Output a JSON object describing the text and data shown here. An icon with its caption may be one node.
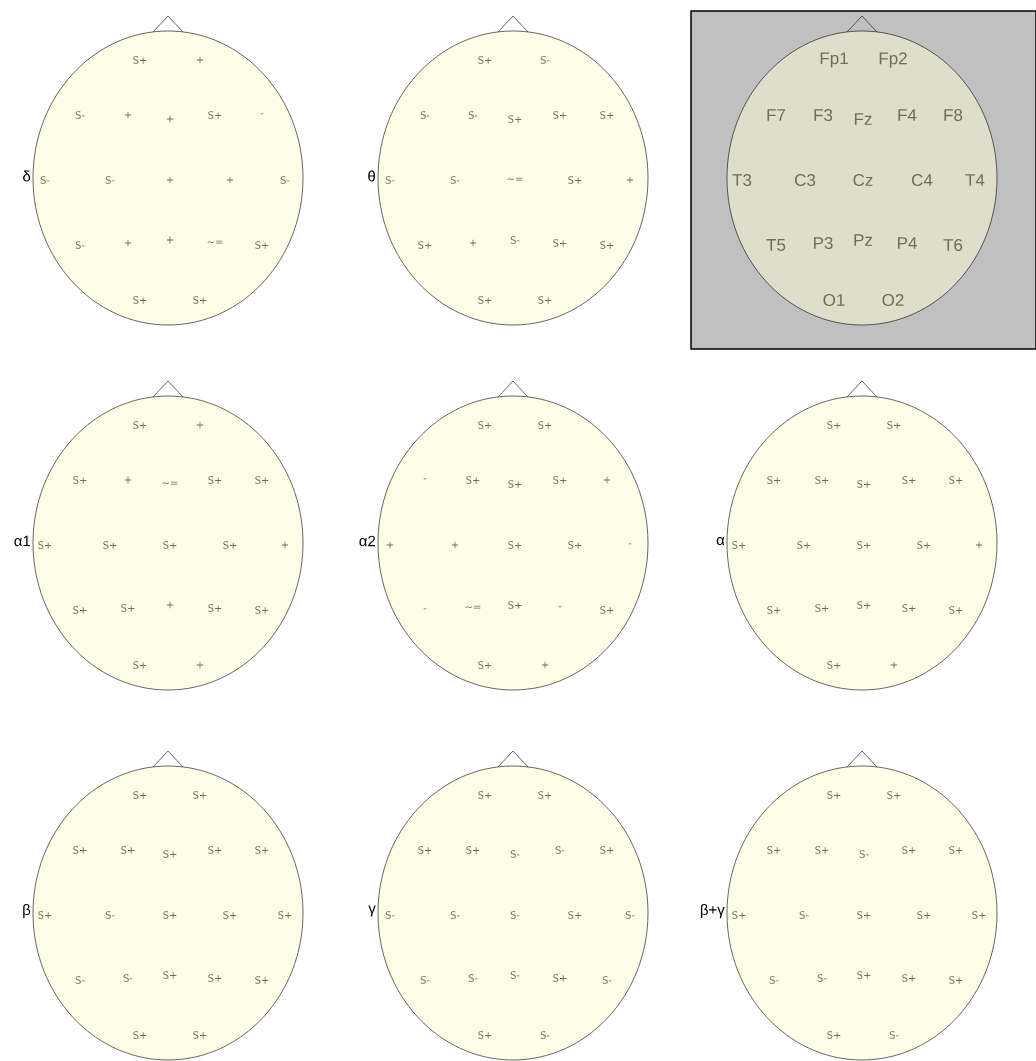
{
  "diagram": {
    "nodes": [
      {
        "text": [
          "S+",
          "+",
          "S-",
          "+",
          "+",
          "S+",
          "-",
          "S-",
          "S-",
          "+",
          "+",
          "S-",
          "S-",
          "+",
          "+",
          "~=",
          "S+",
          "S+",
          "S+"
        ],
        "beside": [
          "δ"
        ]
      },
      {
        "text": [
          "S+",
          "S-",
          "S-",
          "S-",
          "S+",
          "S+",
          "S+",
          "S-",
          "S-",
          "~=",
          "S+",
          "+",
          "S+",
          "+",
          "S-",
          "S+",
          "S+",
          "S+",
          "S+"
        ],
        "beside": [
          "θ"
        ]
      },
      {
        "text": [
          "Fp1",
          "Fp2",
          "F7",
          "F3",
          "Fz",
          "F4",
          "F8",
          "T3",
          "C3",
          "Cz",
          "C4",
          "T4",
          "T5",
          "P3",
          "Pz",
          "P4",
          "T6",
          "O1",
          "O2"
        ]
      },
      {
        "text": [
          "S+",
          "+",
          "S+",
          "+",
          "~=",
          "S+",
          "S+",
          "S+",
          "S+",
          "S+",
          "S+",
          "+",
          "S+",
          "S+",
          "+",
          "S+",
          "S+",
          "S+",
          "+"
        ],
        "beside": [
          "α1"
        ]
      },
      {
        "text": [
          "S+",
          "S+",
          "-",
          "S+",
          "S+",
          "S+",
          "+",
          "+",
          "+",
          "S+",
          "S+",
          "-",
          "-",
          "~=",
          "S+",
          "-",
          "S+",
          "S+",
          "+"
        ],
        "beside": [
          "α2"
        ]
      },
      {
        "text": [
          "S+",
          "S+",
          "S+",
          "S+",
          "S+",
          "S+",
          "S+",
          "S+",
          "S+",
          "S+",
          "S+",
          "+",
          "S+",
          "S+",
          "S+",
          "S+",
          "S+",
          "S+",
          "+"
        ],
        "beside": [
          "α"
        ]
      },
      {
        "text": [
          "S+",
          "S+",
          "S+",
          "S+",
          "S+",
          "S+",
          "S+",
          "S+",
          "S-",
          "S+",
          "S+",
          "S+",
          "S-",
          "S-",
          "S+",
          "S+",
          "S+",
          "S+",
          "S+"
        ],
        "beside": [
          "β"
        ]
      },
      {
        "text": [
          "S+",
          "S+",
          "S+",
          "S+",
          "S-",
          "S-",
          "S+",
          "S-",
          "S-",
          "S-",
          "S+",
          "S-",
          "S-",
          "S-",
          "S-",
          "S+",
          "S-",
          "S+",
          "S-"
        ],
        "beside": [
          "γ"
        ]
      },
      {
        "text": [
          "S+",
          "S+",
          "S+",
          "S+",
          "S-",
          "S+",
          "S+",
          "S+",
          "S-",
          "S+",
          "S+",
          "S+",
          "S-",
          "S-",
          "S+",
          "S+",
          "S+",
          "S+",
          "S-"
        ],
        "beside": [
          "β+γ"
        ]
      }
    ]
  }
}
